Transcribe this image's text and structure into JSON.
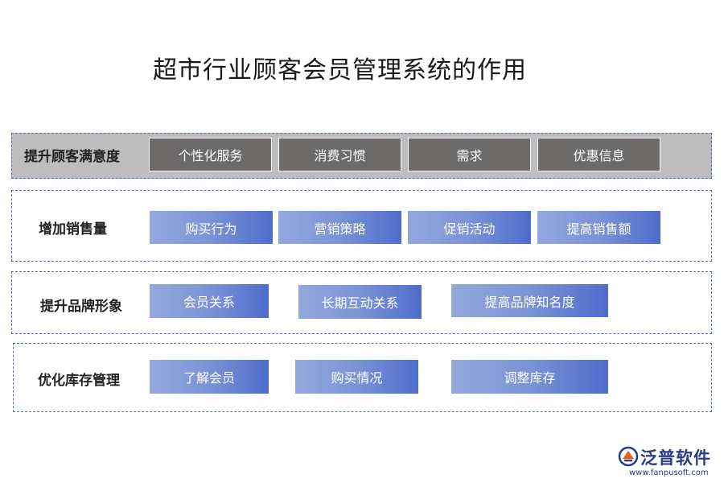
{
  "title": "超市行业顾客会员管理系统的作用",
  "rows": [
    {
      "label": "提升顾客满意度",
      "items": [
        "个性化服务",
        "消费习惯",
        "需求",
        "优惠信息"
      ]
    },
    {
      "label": "增加销售量",
      "items": [
        "购买行为",
        "营销策略",
        "促销活动",
        "提高销售额"
      ]
    },
    {
      "label": "提升品牌形象",
      "items": [
        "会员关系",
        "长期互动关系",
        "提高品牌知名度"
      ]
    },
    {
      "label": "优化库存管理",
      "items": [
        "了解会员",
        "购买情况",
        "调整库存"
      ]
    }
  ],
  "logo": {
    "name": "泛普软件",
    "url": "www.fanpusoft.com"
  },
  "colors": {
    "row_border": "#4a6fb5",
    "gray_box": "#6d6a6a",
    "blue_box": "#5a78cf"
  }
}
